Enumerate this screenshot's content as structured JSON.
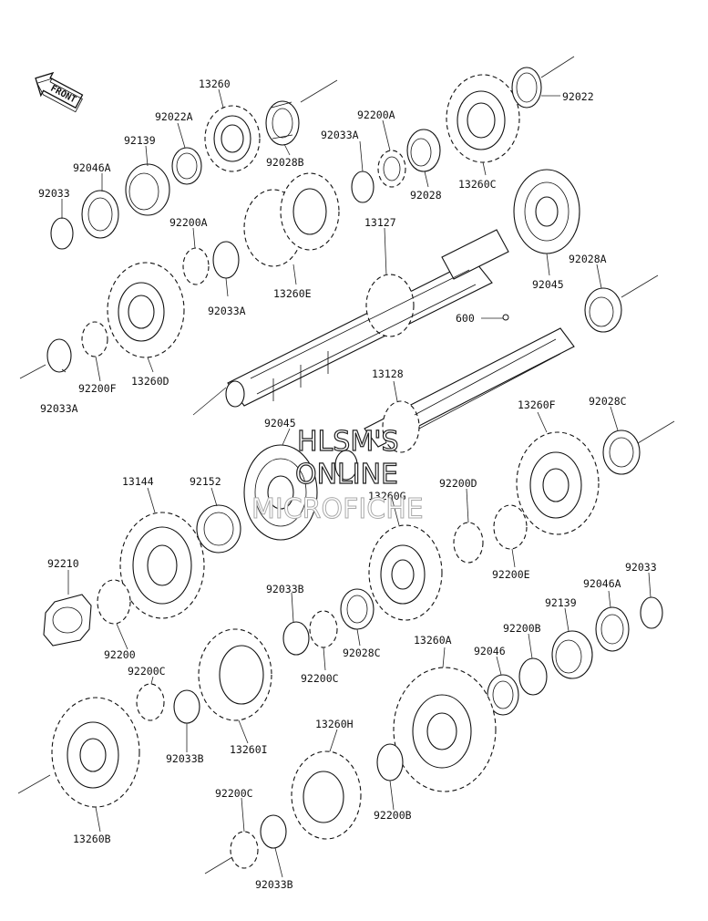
{
  "diagram": {
    "front_label": "FRONT",
    "watermark": [
      "HLSM'S",
      "ONLINE",
      "MICROFICHE"
    ],
    "labels": [
      "13260",
      "92022A",
      "92139",
      "92046A",
      "92033",
      "92028B",
      "92200A",
      "92033A",
      "92028",
      "13260C",
      "92022",
      "92200A",
      "92033A",
      "13260E",
      "13127",
      "92045",
      "92028A",
      "92033A",
      "92200F",
      "13260D",
      "600",
      "13128",
      "92045",
      "13260F",
      "92028C",
      "13144",
      "92152",
      "13260G",
      "92200D",
      "92200E",
      "92210",
      "92200",
      "92033B",
      "92028C",
      "92200C",
      "92033",
      "92046A",
      "92139",
      "92200B",
      "92046",
      "13260A",
      "92200C",
      "92033B",
      "13260I",
      "13260B",
      "13260H",
      "92200C",
      "92200B",
      "92033B"
    ]
  }
}
